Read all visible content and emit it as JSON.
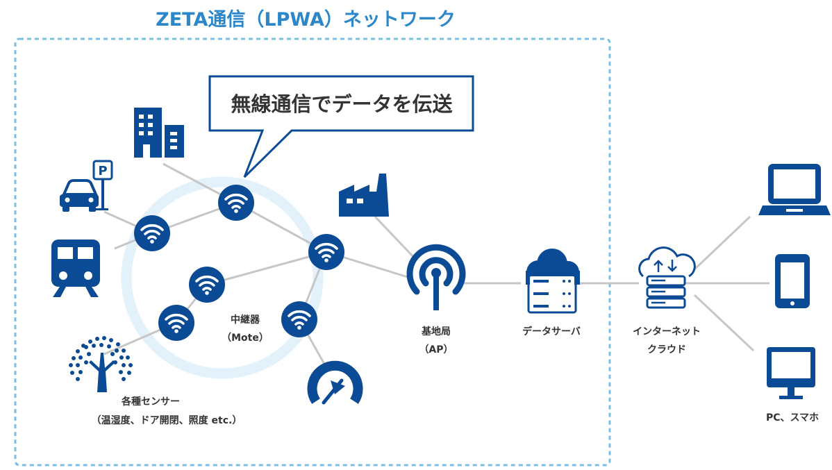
{
  "title": "ZETA通信（LPWA）ネットワーク",
  "callout": "無線通信でデータを伝送",
  "labels": {
    "mote_1": "中継器",
    "mote_2": "（Mote）",
    "ap_1": "基地局",
    "ap_2": "（AP）",
    "server": "データサーバ",
    "cloud_1": "インターネット",
    "cloud_2": "クラウド",
    "sensors_1": "各種センサー",
    "sensors_2": "（温湿度、ドア開閉、照度  etc.）",
    "devices": "PC、スマホ"
  },
  "colors": {
    "accent": "#0b4a94",
    "title": "#2b87c9",
    "frame": "#7cbde3",
    "ring": "#e3f1fb",
    "line": "#c6c6c6",
    "text": "#333333"
  },
  "icons": [
    "building-icon",
    "car-parking-icon",
    "train-icon",
    "tree-icon",
    "gauge-icon",
    "factory-icon",
    "antenna-icon",
    "server-cloud-icon",
    "cloud-server-icon",
    "laptop-icon",
    "smartphone-icon",
    "monitor-icon",
    "wifi-icon"
  ]
}
